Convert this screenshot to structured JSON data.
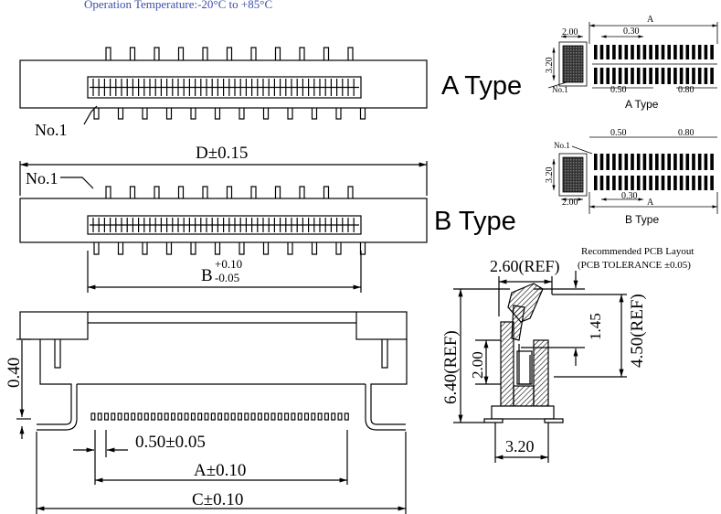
{
  "header": {
    "operation_temperature": "Operation Temperature:-20°C to +85°C"
  },
  "types": {
    "a_type": "A Type",
    "b_type": "B Type"
  },
  "dims": {
    "no1": "No.1",
    "d": "D±0.15",
    "b_main": "B",
    "b_plus": "+0.10",
    "b_minus": "-0.05",
    "h040": "0.40",
    "pitch": "0.50±0.05",
    "a": "A±0.10",
    "c": "C±0.10",
    "ref260": "2.60(REF)",
    "d145": "1.45",
    "ref450": "4.50(REF)",
    "ref640": "6.40(REF)",
    "d200": "2.00",
    "d320": "3.20"
  },
  "pcb": {
    "title": "Recommended PCB Layout",
    "tolerance": "(PCB TOLERANCE ±0.05)",
    "dim_a": "A",
    "dim_030": "0.30",
    "dim_200": "2.00",
    "dim_320": "3.20",
    "dim_050": "0.50",
    "dim_080": "0.80",
    "no1": "No.1",
    "a_label": "A Type",
    "b_label": "B Type"
  }
}
